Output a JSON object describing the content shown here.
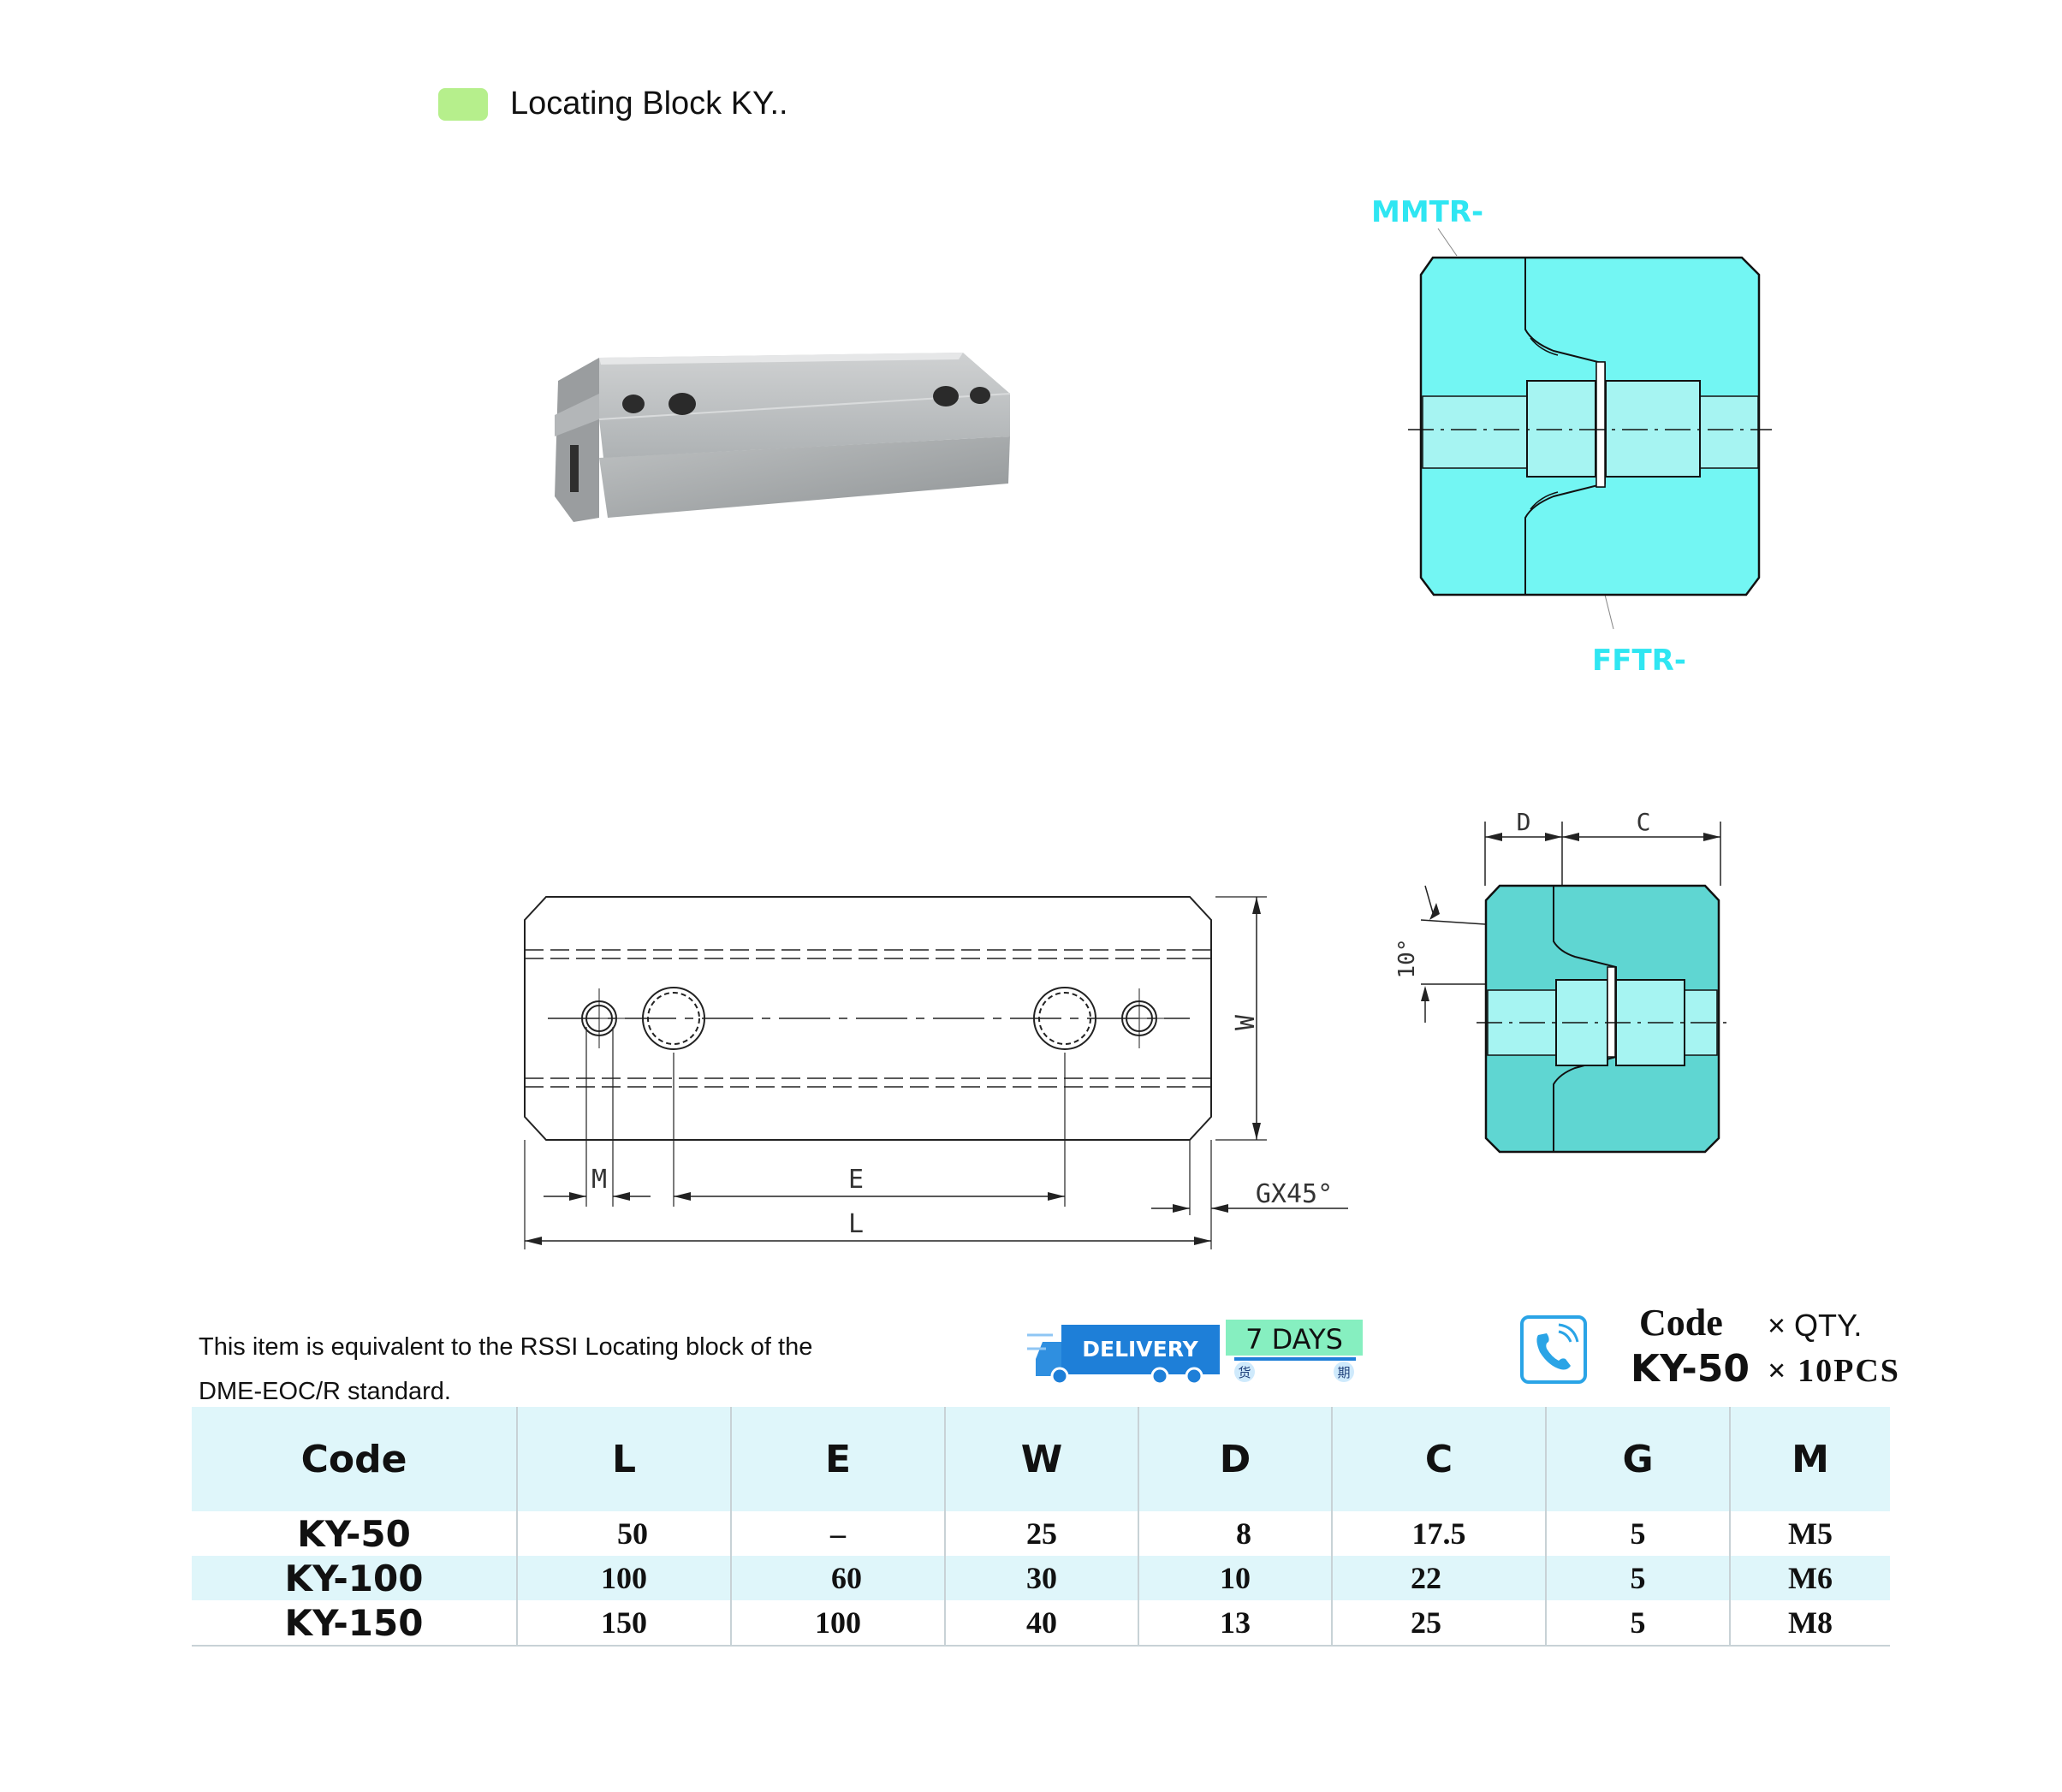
{
  "header": {
    "title": "Locating Block KY..",
    "swatch_color": "#b6ef8c"
  },
  "assembly": {
    "top_label": "MMTR-",
    "bottom_label": "FFTR-",
    "label_color": "#2fe6f2",
    "fill_color": "#73f6f3"
  },
  "drawing": {
    "top_view": {
      "dim_M": "M",
      "dim_E": "E",
      "dim_L": "L",
      "dim_W": "W",
      "dim_G": "GX45°"
    },
    "side_view": {
      "dim_D": "D",
      "dim_C": "C",
      "angle": "10°"
    }
  },
  "note": {
    "line1": "This item is equivalent to the RSSI Locating block of the",
    "line2": "DME-EOC/R standard."
  },
  "delivery": {
    "badge": "DELIVERY",
    "days": "7 DAYS",
    "char1": "货",
    "char2": "期"
  },
  "order_example": {
    "code_label": "Code",
    "qty_label": "× QTY.",
    "code_value": "KY-50",
    "qty_value": "× 10PCS",
    "phone_icon": "phone-icon"
  },
  "table": {
    "headers": [
      "Code",
      "L",
      "E",
      "W",
      "D",
      "C",
      "G",
      "M"
    ],
    "rows": [
      [
        "KY-50",
        "50",
        "–",
        "25",
        "8",
        "17.5",
        "5",
        "M5"
      ],
      [
        "KY-100",
        "100",
        "60",
        "30",
        "10",
        "22",
        "5",
        "M6"
      ],
      [
        "KY-150",
        "150",
        "100",
        "40",
        "13",
        "25",
        "5",
        "M8"
      ]
    ],
    "header_bg": "#dff6fa"
  }
}
